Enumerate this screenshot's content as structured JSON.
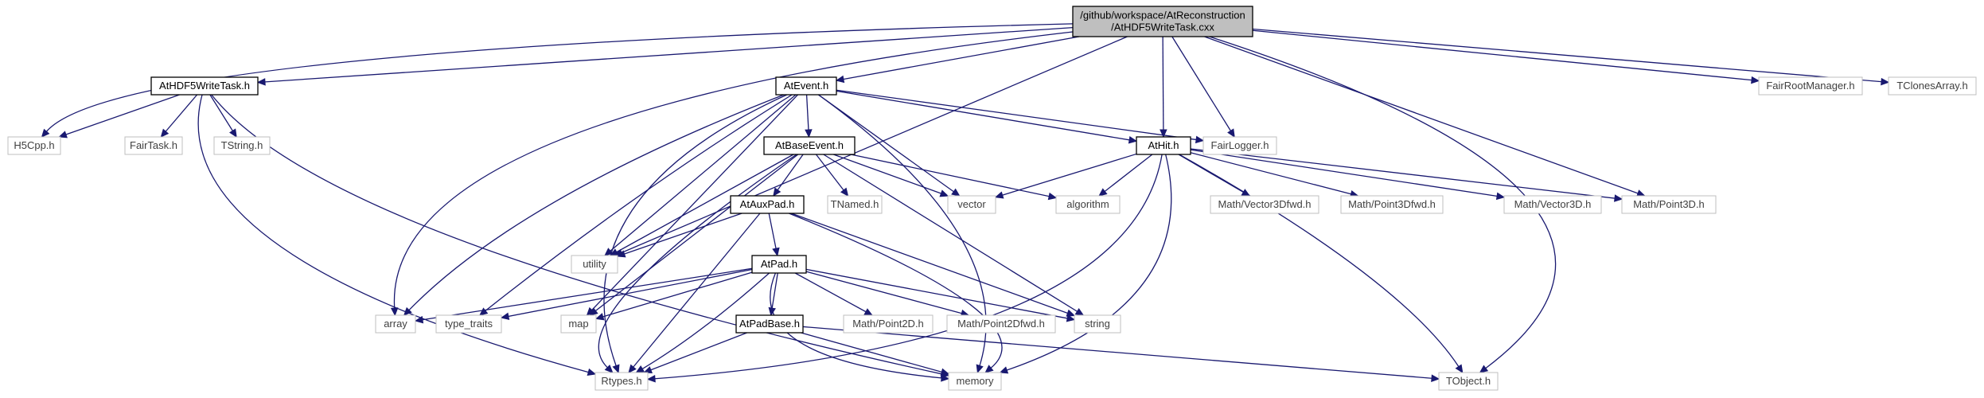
{
  "graph": {
    "root": "n0",
    "colors": {
      "edge": "#191970",
      "root_fill": "#bfbfbf",
      "box_border": "#000000",
      "leaf_border": "#bfbfbf",
      "fill": "#ffffff",
      "leaf_text": "#404040",
      "text": "#000000"
    },
    "nodes": [
      {
        "id": "n0",
        "lines": [
          "/github/workspace/AtReconstruction",
          "/AtHDF5WriteTask.cxx"
        ],
        "kind": "root"
      },
      {
        "id": "n1",
        "lines": [
          "AtHDF5WriteTask.h"
        ],
        "kind": "header"
      },
      {
        "id": "n2",
        "lines": [
          "AtEvent.h"
        ],
        "kind": "header"
      },
      {
        "id": "n3",
        "lines": [
          "AtBaseEvent.h"
        ],
        "kind": "header"
      },
      {
        "id": "n4",
        "lines": [
          "AtHit.h"
        ],
        "kind": "header"
      },
      {
        "id": "n5",
        "lines": [
          "AtAuxPad.h"
        ],
        "kind": "header"
      },
      {
        "id": "n6",
        "lines": [
          "AtPad.h"
        ],
        "kind": "header"
      },
      {
        "id": "n7",
        "lines": [
          "AtPadBase.h"
        ],
        "kind": "header"
      },
      {
        "id": "n8",
        "lines": [
          "H5Cpp.h"
        ],
        "kind": "external"
      },
      {
        "id": "n9",
        "lines": [
          "FairTask.h"
        ],
        "kind": "external"
      },
      {
        "id": "n10",
        "lines": [
          "TString.h"
        ],
        "kind": "external"
      },
      {
        "id": "n11",
        "lines": [
          "FairLogger.h"
        ],
        "kind": "external"
      },
      {
        "id": "n12",
        "lines": [
          "FairRootManager.h"
        ],
        "kind": "external"
      },
      {
        "id": "n13",
        "lines": [
          "TClonesArray.h"
        ],
        "kind": "external"
      },
      {
        "id": "n14",
        "lines": [
          "TNamed.h"
        ],
        "kind": "external"
      },
      {
        "id": "n15",
        "lines": [
          "vector"
        ],
        "kind": "external"
      },
      {
        "id": "n16",
        "lines": [
          "algorithm"
        ],
        "kind": "external"
      },
      {
        "id": "n17",
        "lines": [
          "utility"
        ],
        "kind": "external"
      },
      {
        "id": "n18",
        "lines": [
          "Math/Vector3Dfwd.h"
        ],
        "kind": "external"
      },
      {
        "id": "n19",
        "lines": [
          "Math/Point3Dfwd.h"
        ],
        "kind": "external"
      },
      {
        "id": "n20",
        "lines": [
          "Math/Vector3D.h"
        ],
        "kind": "external"
      },
      {
        "id": "n21",
        "lines": [
          "Math/Point3D.h"
        ],
        "kind": "external"
      },
      {
        "id": "n22",
        "lines": [
          "array"
        ],
        "kind": "external"
      },
      {
        "id": "n23",
        "lines": [
          "type_traits"
        ],
        "kind": "external"
      },
      {
        "id": "n24",
        "lines": [
          "map"
        ],
        "kind": "external"
      },
      {
        "id": "n25",
        "lines": [
          "Math/Point2D.h"
        ],
        "kind": "external"
      },
      {
        "id": "n26",
        "lines": [
          "Math/Point2Dfwd.h"
        ],
        "kind": "external"
      },
      {
        "id": "n27",
        "lines": [
          "string"
        ],
        "kind": "external"
      },
      {
        "id": "n28",
        "lines": [
          "Rtypes.h"
        ],
        "kind": "external"
      },
      {
        "id": "n29",
        "lines": [
          "memory"
        ],
        "kind": "external"
      },
      {
        "id": "n30",
        "lines": [
          "TObject.h"
        ],
        "kind": "external"
      }
    ],
    "edges": [
      [
        "n0",
        "n1"
      ],
      [
        "n0",
        "n8"
      ],
      [
        "n0",
        "n2"
      ],
      [
        "n0",
        "n22"
      ],
      [
        "n0",
        "n17"
      ],
      [
        "n0",
        "n11"
      ],
      [
        "n0",
        "n4"
      ],
      [
        "n0",
        "n21"
      ],
      [
        "n0",
        "n12"
      ],
      [
        "n0",
        "n13"
      ],
      [
        "n0",
        "n30"
      ],
      [
        "n1",
        "n8"
      ],
      [
        "n1",
        "n9"
      ],
      [
        "n1",
        "n10"
      ],
      [
        "n1",
        "n28"
      ],
      [
        "n1",
        "n29"
      ],
      [
        "n2",
        "n3"
      ],
      [
        "n2",
        "n4"
      ],
      [
        "n2",
        "n11"
      ],
      [
        "n2",
        "n15"
      ],
      [
        "n2",
        "n17"
      ],
      [
        "n2",
        "n22"
      ],
      [
        "n2",
        "n23"
      ],
      [
        "n2",
        "n24"
      ],
      [
        "n2",
        "n28"
      ],
      [
        "n2",
        "n29"
      ],
      [
        "n3",
        "n5"
      ],
      [
        "n3",
        "n14"
      ],
      [
        "n3",
        "n15"
      ],
      [
        "n3",
        "n16"
      ],
      [
        "n3",
        "n17"
      ],
      [
        "n3",
        "n24"
      ],
      [
        "n3",
        "n27"
      ],
      [
        "n3",
        "n28"
      ],
      [
        "n4",
        "n15"
      ],
      [
        "n4",
        "n16"
      ],
      [
        "n4",
        "n18"
      ],
      [
        "n4",
        "n19"
      ],
      [
        "n4",
        "n20"
      ],
      [
        "n4",
        "n21"
      ],
      [
        "n4",
        "n28"
      ],
      [
        "n4",
        "n29"
      ],
      [
        "n4",
        "n30"
      ],
      [
        "n5",
        "n6"
      ],
      [
        "n5",
        "n17"
      ],
      [
        "n5",
        "n27"
      ],
      [
        "n5",
        "n28"
      ],
      [
        "n5",
        "n29"
      ],
      [
        "n6",
        "n7"
      ],
      [
        "n6",
        "n22"
      ],
      [
        "n6",
        "n23"
      ],
      [
        "n6",
        "n24"
      ],
      [
        "n6",
        "n25"
      ],
      [
        "n6",
        "n26"
      ],
      [
        "n6",
        "n27"
      ],
      [
        "n6",
        "n28"
      ],
      [
        "n6",
        "n29"
      ],
      [
        "n7",
        "n28"
      ],
      [
        "n7",
        "n29"
      ],
      [
        "n7",
        "n30"
      ]
    ]
  }
}
